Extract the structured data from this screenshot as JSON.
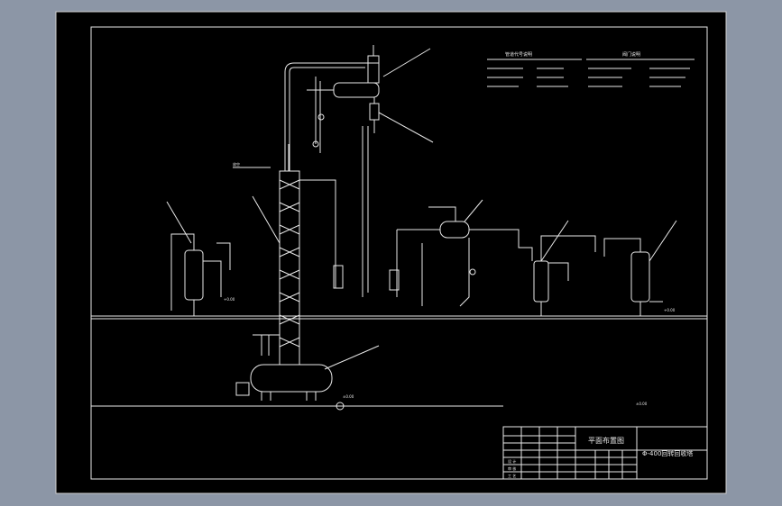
{
  "colors": {
    "viewport_bg": "#8c96a6",
    "sheet_bg": "#000000",
    "line": "#e8e8e8"
  },
  "title_block": {
    "drawing_title": "平面布置图",
    "drawing_number": "Φ-400回转回收塔",
    "sign_rows": [
      "设 计",
      "审 核",
      "工 艺"
    ]
  },
  "legend": {
    "left_title": "管道代号说明",
    "right_title": "阀门说明"
  },
  "labels": {
    "tower_top": "放空",
    "ground_left": "±0.00",
    "ground_right": "+0.00"
  }
}
